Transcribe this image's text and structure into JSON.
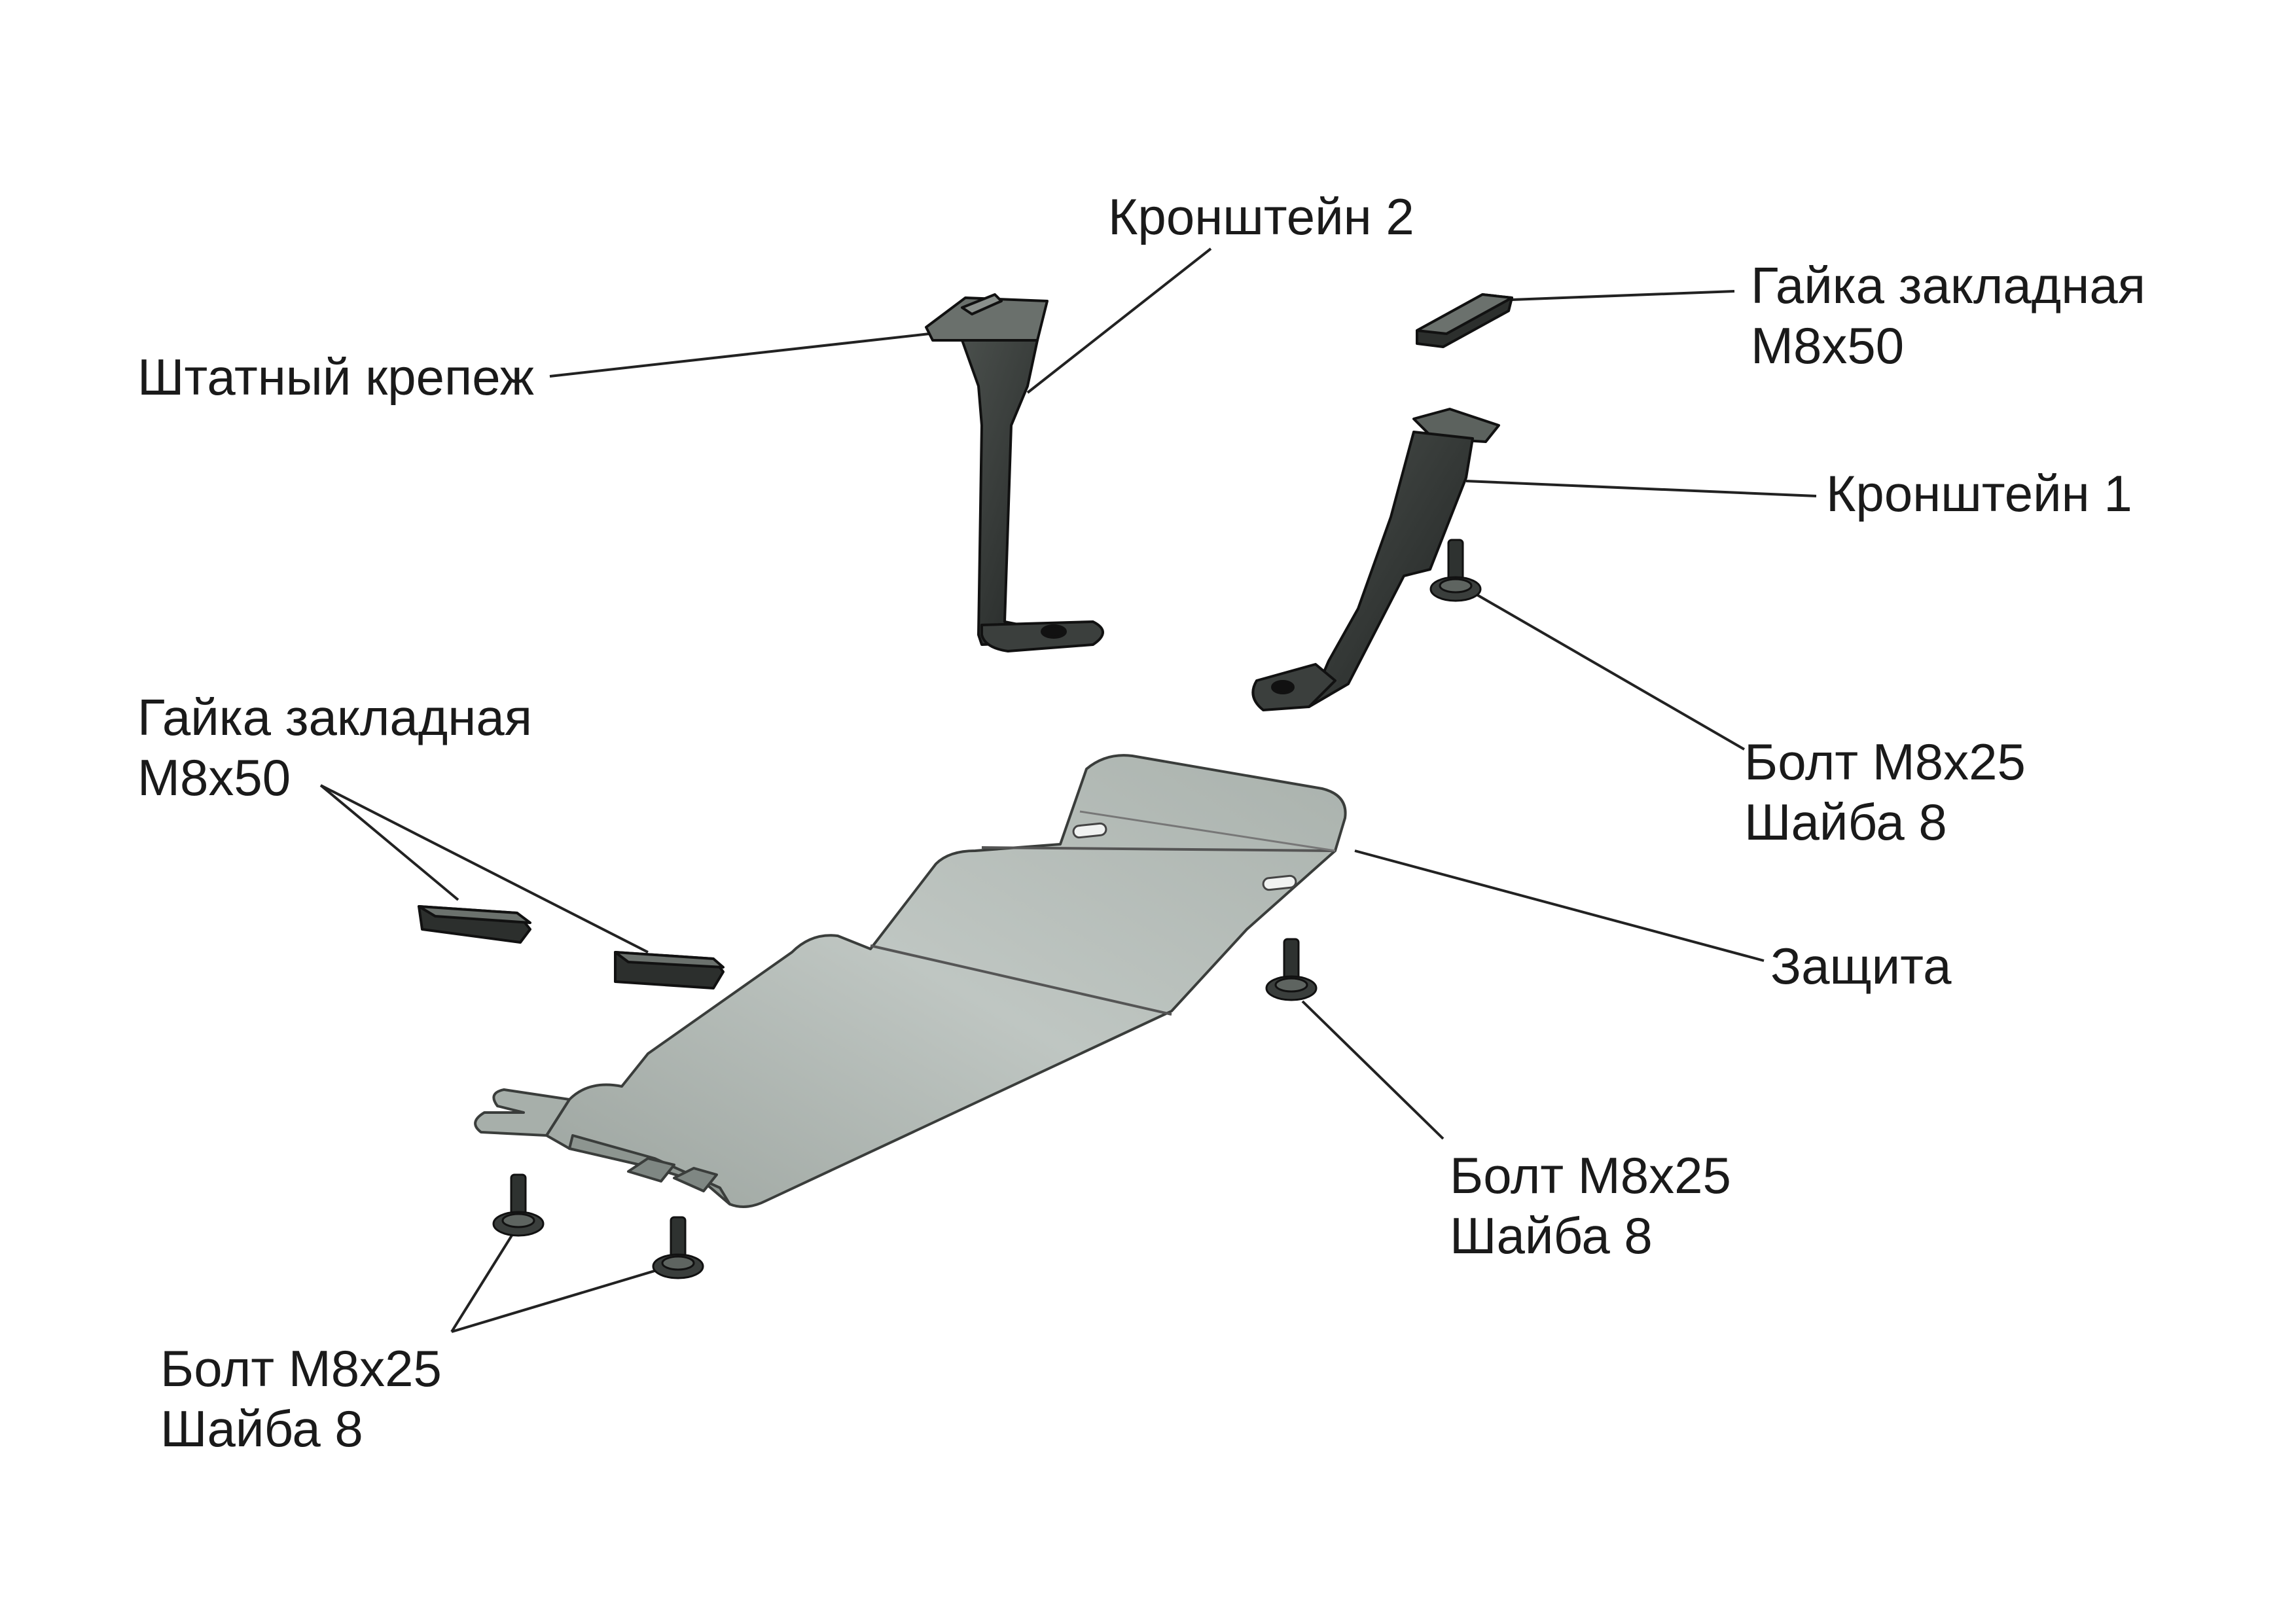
{
  "labels": {
    "bracket_2": "Кронштейн 2",
    "standard_fastener": "Штатный крепеж",
    "insert_nut_top": {
      "line1": "Гайка закладная",
      "line2": "М8х50"
    },
    "bracket_1": "Кронштейн 1",
    "bolt_right": {
      "line1": "Болт М8х25",
      "line2": "Шайба 8"
    },
    "insert_nut_left": {
      "line1": "Гайка закладная",
      "line2": "М8х50"
    },
    "guard": "Защита",
    "bolt_center": {
      "line1": "Болт М8х25",
      "line2": "Шайба 8"
    },
    "bolt_bottom_left": {
      "line1": "Болт М8х25",
      "line2": "Шайба 8"
    }
  },
  "colors": {
    "plate_fill": "#b4bbb7",
    "plate_dark": "#8d9590",
    "part_fill": "#2f3331",
    "leader": "#222222",
    "text": "#1a1a1a"
  }
}
